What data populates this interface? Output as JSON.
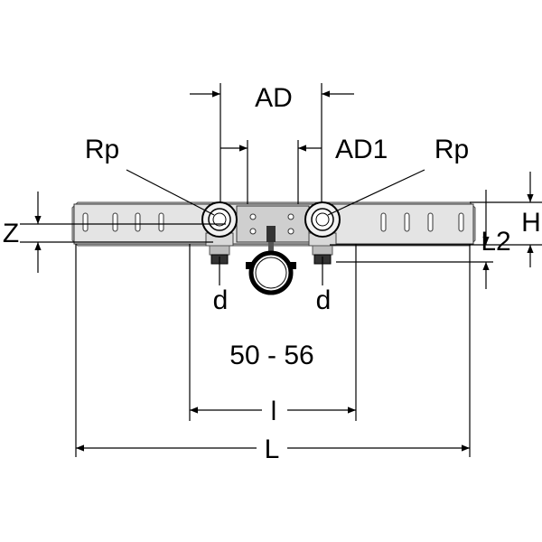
{
  "labels": {
    "ad": "AD",
    "ad1": "AD1",
    "rp_left": "Rp",
    "rp_right": "Rp",
    "z": "Z",
    "h": "H",
    "l2": "L2",
    "d_left": "d",
    "d_right": "d",
    "range": "50 - 56",
    "l_small": "l",
    "l_big": "L"
  },
  "icons": {
    "fitting": "pipe-elbow-icon",
    "clamp": "pipe-clamp-icon"
  }
}
